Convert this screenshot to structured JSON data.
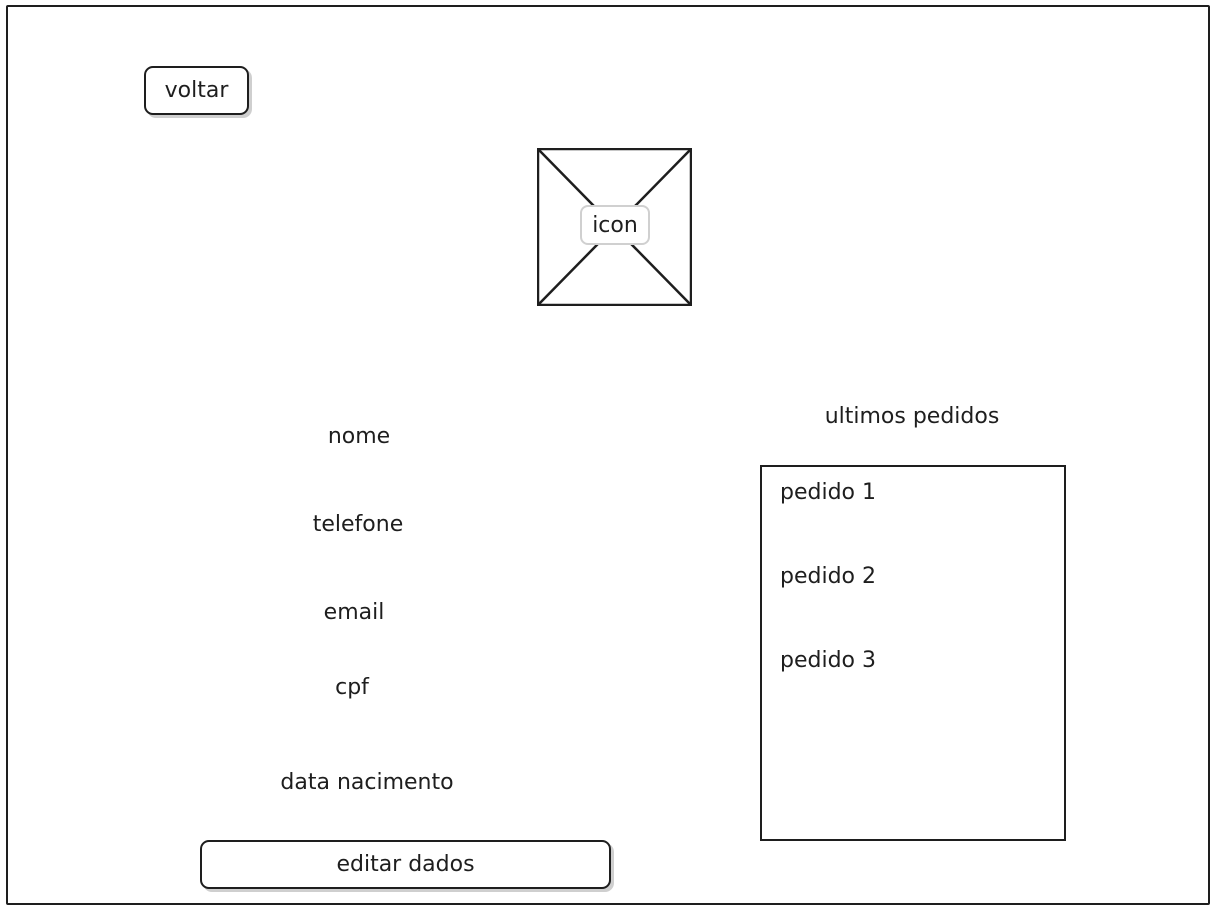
{
  "back_button": {
    "label": "voltar"
  },
  "avatar": {
    "label": "icon"
  },
  "profile_fields": [
    {
      "label": "nome"
    },
    {
      "label": "telefone"
    },
    {
      "label": "email"
    },
    {
      "label": "cpf"
    },
    {
      "label": "data nacimento"
    }
  ],
  "edit_button": {
    "label": "editar dados"
  },
  "orders": {
    "title": "ultimos pedidos",
    "items": [
      {
        "label": "pedido 1"
      },
      {
        "label": "pedido 2"
      },
      {
        "label": "pedido 3"
      }
    ]
  },
  "colors": {
    "stroke": "#1e1e1e",
    "shadow": "#cfcfcf",
    "placeholder_border": "#d0d0d0"
  }
}
